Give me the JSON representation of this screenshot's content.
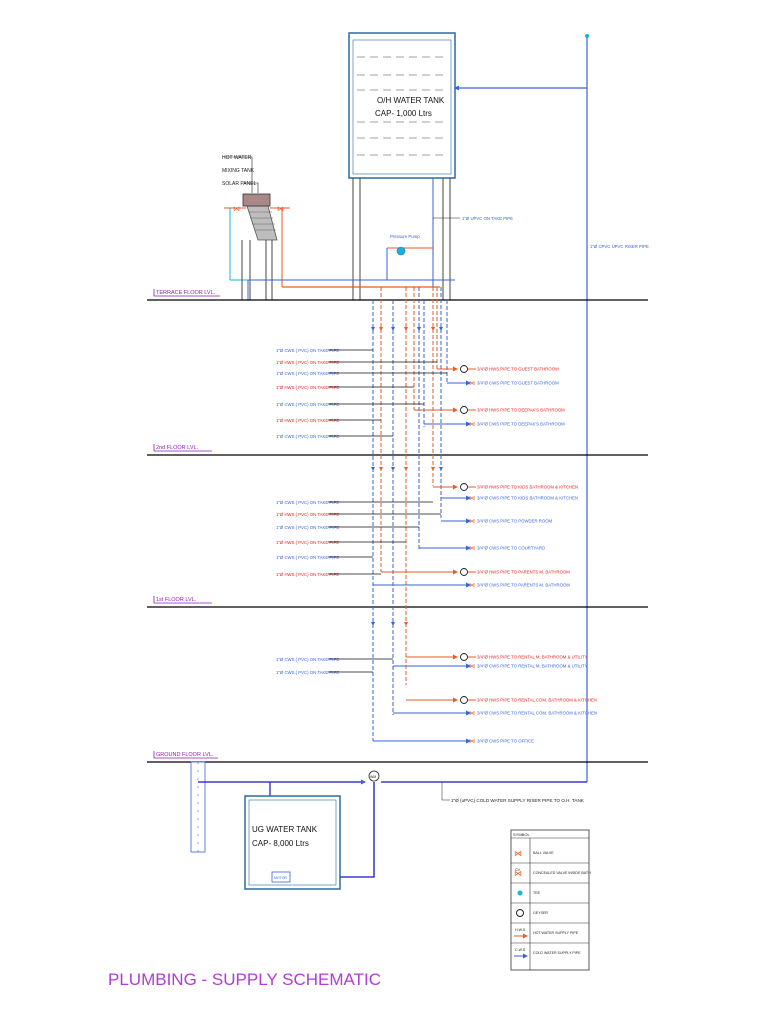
{
  "drawing_title": "PLUMBING - SUPPLY SCHEMATIC",
  "oh_tank": {
    "name": "O/H WATER TANK",
    "capacity": "CAP- 1,000 Ltrs"
  },
  "ug_tank": {
    "name": "UG WATER TANK",
    "capacity": "CAP- 8,000 Ltrs"
  },
  "terrace_equipment": {
    "hot_water_mixing_tank_line1": "HOT WATER",
    "hot_water_mixing_tank_line2": "MIXING TANK",
    "solar_panel": "SOLAR PANEL",
    "pressure_pump": "Pressure Pump",
    "take_pipe": "1\"Ø UPVC ON TAKE PIPE",
    "riser_pipe": "1\"Ø CPVC UPVC RISER PIPE"
  },
  "floors": {
    "terrace": "TERRACE FLOOR LVL.",
    "second": "2nd  FLOOR LVL.",
    "first": "1st  FLOOR LVL.",
    "ground": "GROUND FLOOR LVL."
  },
  "takeoff_labels": {
    "cold": "1\"Ø CWS ( PVC) ON TAKE PIPE",
    "hot": "1\"Ø HWS ( PVC) ON TAKE PIPE"
  },
  "outlets": [
    {
      "kind": "hot",
      "text": "3/4\"Ø HWS PIPE TO GUEST BATHROOM"
    },
    {
      "kind": "cold",
      "text": "3/4\"Ø CWS PIPE TO GUEST BATHROOM"
    },
    {
      "kind": "hot",
      "text": "3/4\"Ø HWS PIPE TO DEEPAK'S BATHROOM"
    },
    {
      "kind": "cold",
      "text": "3/4\"Ø CWS PIPE TO DEEPAK'S BATHROOM"
    },
    {
      "kind": "hot",
      "text": "3/4\"Ø HWS PIPE TO KIDS BATHROOM & KITCHEN"
    },
    {
      "kind": "cold",
      "text": "3/4\"Ø CWS PIPE TO KIDS BATHROOM & KITCHEN"
    },
    {
      "kind": "cold",
      "text": "3/4\"Ø CWS PIPE TO POWDER ROOM"
    },
    {
      "kind": "cold",
      "text": "3/4\"Ø CWS PIPE TO COURTYARD"
    },
    {
      "kind": "hot",
      "text": "3/4\"Ø HWS PIPE TO PARENTS M. BATHROOM"
    },
    {
      "kind": "cold",
      "text": "3/4\"Ø CWS PIPE TO PARENTS M. BATHROOM"
    },
    {
      "kind": "hot",
      "text": "3/4\"Ø HWS PIPE TO RENTAL M. BATHROOM & UTILITY"
    },
    {
      "kind": "cold",
      "text": "3/4\"Ø CWS PIPE TO RENTAL M. BATHROOM & UTILITY"
    },
    {
      "kind": "hot",
      "text": "3/4\"Ø HWS PIPE TO RENTAL COM. BATHROOM & KITCHEN"
    },
    {
      "kind": "cold",
      "text": "3/4\"Ø CWS PIPE TO RENTAL COM. BATHROOM & KITCHEN"
    },
    {
      "kind": "cold",
      "text": "3/4\"Ø CWS PIPE TO OFFICE"
    }
  ],
  "supply_riser_note": "1\"Ø (uPVC) COLD WATER SUPPLY RISER PIPE TO O.H. TANK",
  "pump_tag": "MOTOR",
  "meter_tag": "WM",
  "legend": {
    "title": "SYMBOL",
    "items": [
      {
        "tag": "",
        "text": "BALL VALVE"
      },
      {
        "tag": "CV",
        "text": "CONCEALED VALVE INSIDE BATH"
      },
      {
        "tag": "",
        "text": "TEE"
      },
      {
        "tag": "",
        "text": "GEYSER"
      },
      {
        "tag": "H.W.S",
        "text": "HOT WATER SUPPLY PIPE"
      },
      {
        "tag": "C.W.S",
        "text": "COLD WATER SUPPLY PIPE"
      }
    ]
  },
  "colors": {
    "hot_pipe": "#ee5a24",
    "cold_pipe": "#3a63d8",
    "floor_line": "#000000",
    "floor_label": "#8a1fb0",
    "title": "#b13bd6",
    "tank_outline": "#2b6b9e",
    "teal_accent": "#13b5d8"
  }
}
